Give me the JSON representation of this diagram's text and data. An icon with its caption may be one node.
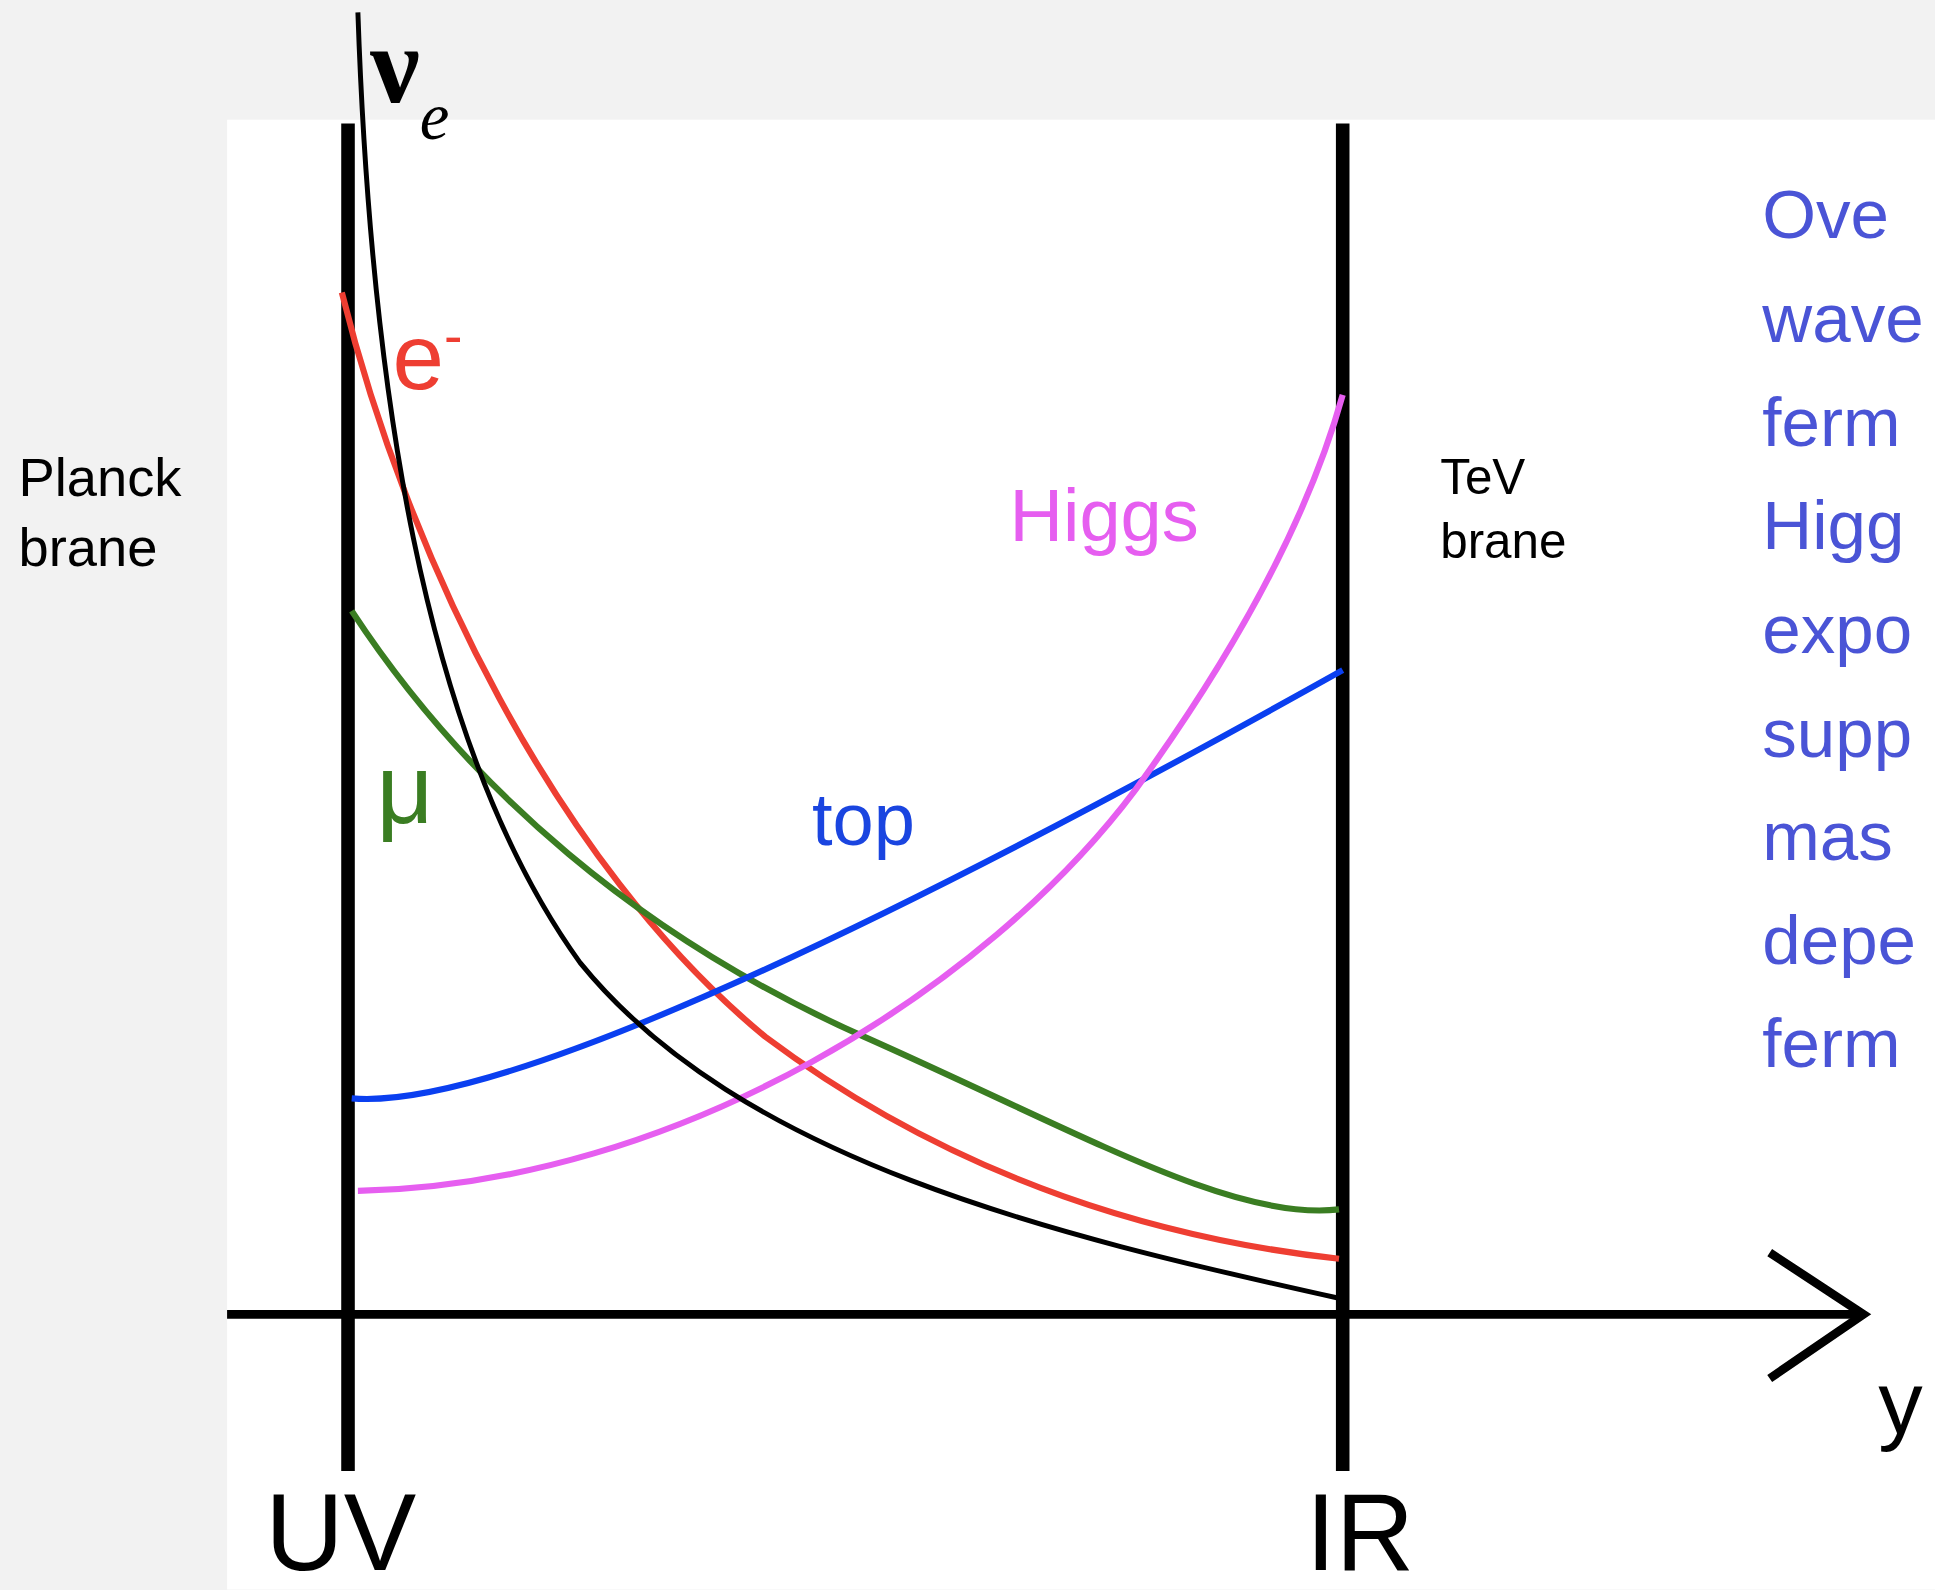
{
  "diagram": {
    "labels": [
      "ν$_{e}$",
      "e$^{-}$",
      "Planck brane",
      "TeV brane",
      "Higgs",
      "Ove wave ferm Higg expo supp mas depe ferm",
      "μ",
      "top",
      "y",
      "UV",
      "IR"
    ]
  }
}
